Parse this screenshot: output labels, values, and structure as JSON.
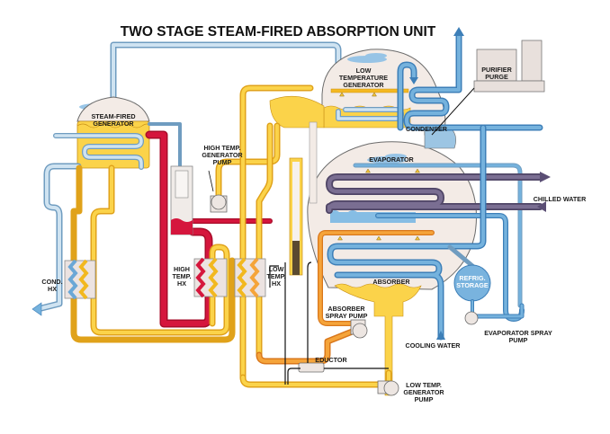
{
  "title": "TWO STAGE STEAM-FIRED ABSORPTION UNIT",
  "components": {
    "steam_fired_generator": [
      "STEAM-FIRED",
      "GENERATOR"
    ],
    "low_temperature_generator": [
      "LOW",
      "TEMPERATURE",
      "GENERATOR"
    ],
    "condenser": "CONDENSER",
    "purifier_purge": [
      "PURIFIER",
      "PURGE"
    ],
    "evaporator": "EVAPORATOR",
    "absorber": "ABSORBER",
    "refrig_storage": [
      "REFRIG.",
      "STORAGE"
    ],
    "high_temp_generator_pump": [
      "HIGH TEMP.",
      "GENERATOR",
      "PUMP"
    ],
    "cond_hx": [
      "COND.",
      "HX"
    ],
    "high_temp_hx": [
      "HIGH",
      "TEMP.",
      "HX"
    ],
    "low_temp_hx": [
      "LOW",
      "TEMP.",
      "HX"
    ],
    "absorber_spray_pump": [
      "ABSORBER",
      "SPRAY PUMP"
    ],
    "eductor": "EDUCTOR",
    "low_temp_generator_pump": [
      "LOW TEMP.",
      "GENERATOR",
      "PUMP"
    ],
    "evaporator_spray_pump": [
      "EVAPORATOR SPRAY",
      "PUMP"
    ]
  },
  "streams": {
    "chilled_water": "CHILLED WATER",
    "cooling_water": "COOLING WATER"
  },
  "colors": {
    "steam_condensate": "#cfe3f1",
    "cooling_water": "#3d7fb8",
    "refrigerant": "#75b2dd",
    "dilute_solution": "#fbd34a",
    "intermediate_solution": "#f5a43a",
    "strong_solution": "#d5163d",
    "chilled_water": "#6f6388",
    "vessel": "#f3ebe6"
  }
}
